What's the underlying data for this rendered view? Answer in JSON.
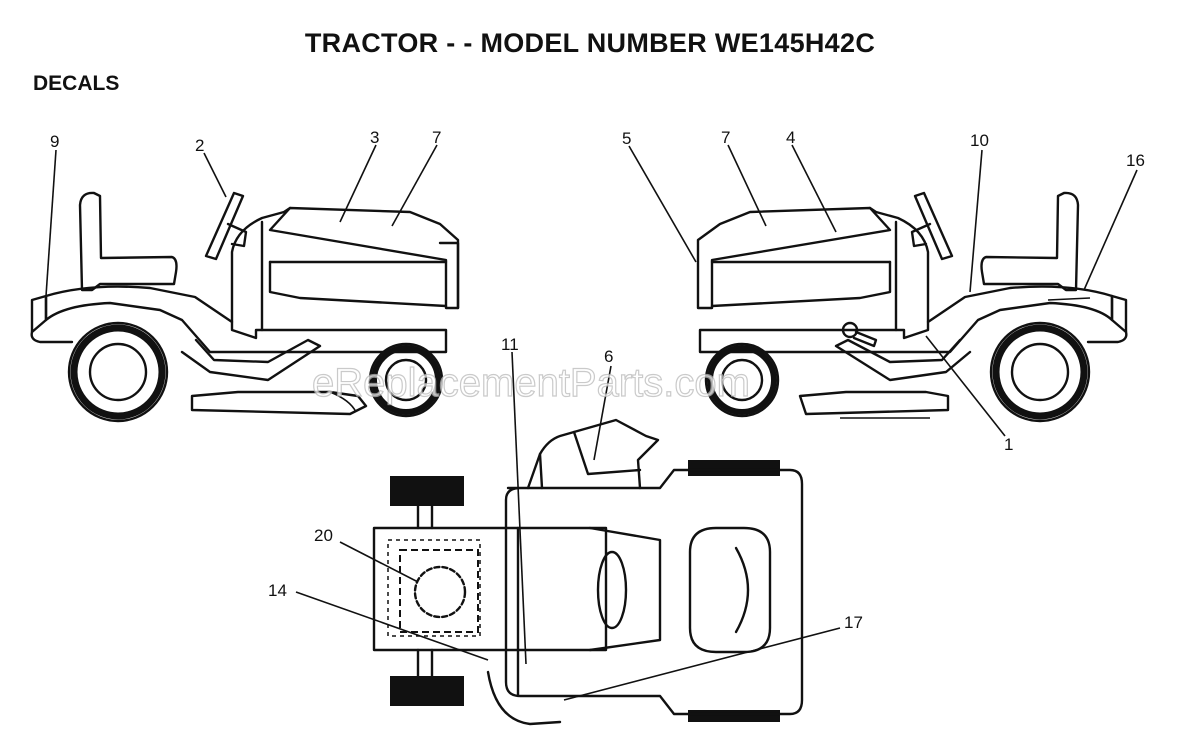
{
  "title": "TRACTOR - - MODEL NUMBER WE145H42C",
  "section": "DECALS",
  "watermark": "eReplacementParts.com",
  "callouts": {
    "c1": "1",
    "c2": "2",
    "c3": "3",
    "c4": "4",
    "c5": "5",
    "c6": "6",
    "c7a": "7",
    "c7b": "7",
    "c9": "9",
    "c10": "10",
    "c11": "11",
    "c14": "14",
    "c16": "16",
    "c17": "17",
    "c20": "20"
  }
}
